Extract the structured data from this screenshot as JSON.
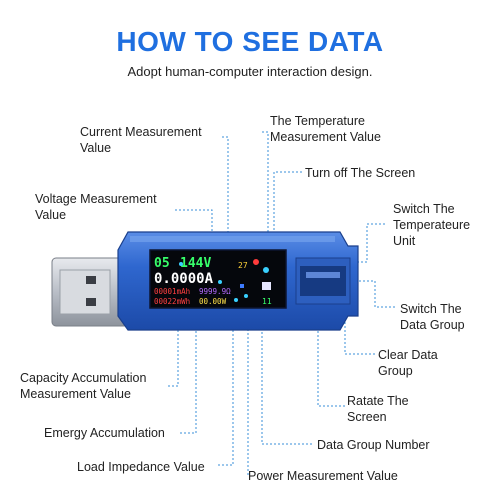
{
  "header": {
    "title": "HOW TO SEE DATA",
    "subtitle": "Adopt human-computer interaction design."
  },
  "labels": {
    "current_measurement_1": "Current  Measurement",
    "current_measurement_2": "Value",
    "voltage_measurement_1": "Voltage Measurement",
    "voltage_measurement_2": "Value",
    "temperature_1": "The Temperature",
    "temperature_2": "Measurement Value",
    "turn_off_screen": "Turn off The Screen",
    "switch_temp_1": "Switch The",
    "switch_temp_2": "Temperateure",
    "switch_temp_3": "Unit",
    "switch_data_1": "Switch The",
    "switch_data_2": "Data Group",
    "clear_data_1": "Clear Data",
    "clear_data_2": "Group",
    "rotate_1": "Ratate The",
    "rotate_2": "Screen",
    "data_group_number": "Data Group Number",
    "power_measurement": "Power Measurement Value",
    "capacity_1": "Capacity Accumulation",
    "capacity_2": "Measurement Value",
    "energy_accumulation": "Emergy Accumulation",
    "load_impedance": "Load Impedance Value"
  },
  "screen": {
    "group_number": "05",
    "voltage": "144V",
    "current": "0.0000A",
    "temperature": "27",
    "capacity": "00001mAh",
    "impedance": "9999.9Ω",
    "energy": "00022mWh",
    "power": "00.00W",
    "index": "11"
  },
  "colors": {
    "title": "#1f6fe0",
    "device_blue": "#2b64c9",
    "leader_line": "#3a8fd8",
    "screen_bg": "#05070c"
  },
  "icons": [
    "usb-plug-icon",
    "usb-port-icon"
  ]
}
